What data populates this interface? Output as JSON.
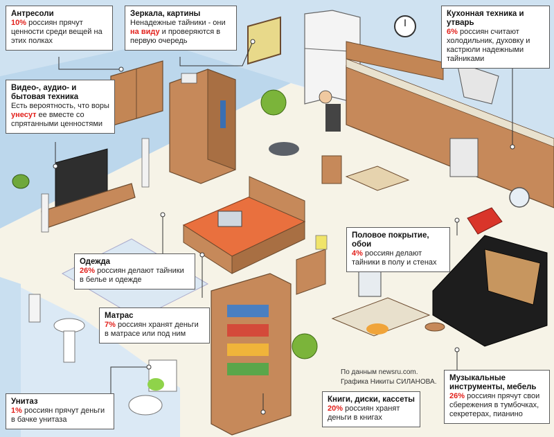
{
  "callouts": {
    "antresoli": {
      "title": "Антресоли",
      "percent": "10%",
      "text": " россиян прячут ценности среди вещей на этих полках"
    },
    "zerkala": {
      "title": "Зеркала, картины",
      "text_before": "Ненадежные тайники - они ",
      "highlight": "на виду",
      "text_after": " и проверяются в первую очередь"
    },
    "kitchen": {
      "title": "Кухонная техника и утварь",
      "percent": "6%",
      "text": " россиян считают холодильник, духовку и кастрюли надежными тайниками"
    },
    "video": {
      "title": "Видео-, аудио- и бытовая техника",
      "text_before": "Есть вероятность, что воры ",
      "highlight": "унесут",
      "text_after": " ее вместе со спрятанными ценностями"
    },
    "odezhda": {
      "title": "Одежда",
      "percent": "26%",
      "text": " россиян делают тайники в белье и одежде"
    },
    "matras": {
      "title": "Матрас",
      "percent": "7%",
      "text": " россиян хранят деньги в матрасе или под ним"
    },
    "floor": {
      "title": "Половое покрытие, обои",
      "percent": "4%",
      "text": " россиян делают тайники в полу и стенах"
    },
    "unitaz": {
      "title": "Унитаз",
      "percent": "1%",
      "text": " россиян прячут деньги в бачке унитаза"
    },
    "books": {
      "title": "Книги, диски, кассеты",
      "percent": "20%",
      "text": " россиян хранят деньги в книгах"
    },
    "music": {
      "title": "Музыкальные инструменты, мебель",
      "percent": "26%",
      "text": " россиян прячут свои сбережения в тумбочках, секретерах, пианино"
    }
  },
  "credit": {
    "line1": "По данным newsru.com.",
    "line2": "Графика Никиты СИЛАНОВА."
  },
  "colors": {
    "highlight": "#e2211c",
    "wall": "#b8d4ea",
    "floor": "#f5f2e6",
    "wood": "#c6895a",
    "bed": "#e9703e"
  }
}
